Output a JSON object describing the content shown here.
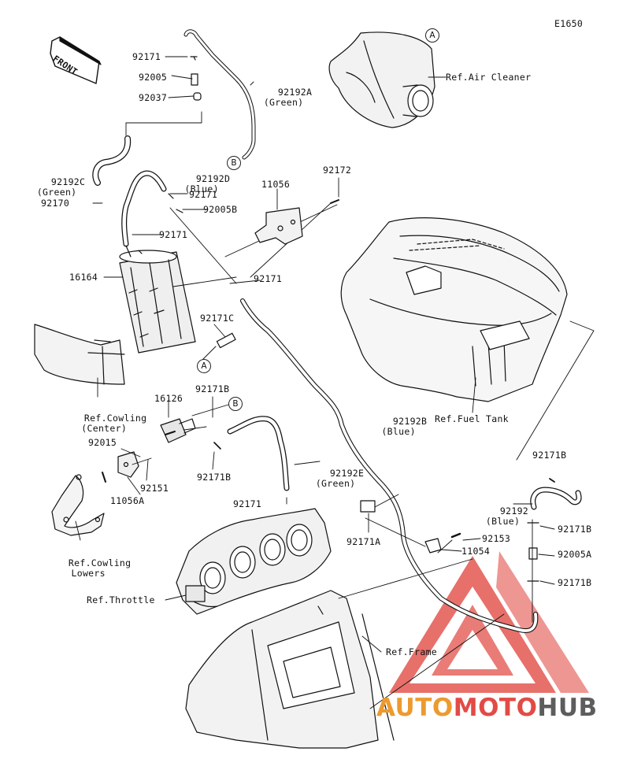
{
  "diagram_code": "E1650",
  "front_arrow_text": "FRONT",
  "refs": {
    "air_cleaner": "Ref.Air Cleaner",
    "cowling_center": [
      "Ref.Cowling",
      "(Center)"
    ],
    "fuel_tank": "Ref.Fuel Tank",
    "cowling_lowers": [
      "Ref.Cowling",
      "Lowers"
    ],
    "throttle": "Ref.Throttle",
    "frame": "Ref.Frame"
  },
  "parts": {
    "p92171_top": "92171",
    "p92005": "92005",
    "p92037": "92037",
    "p92192A": [
      "92192A",
      "(Green)"
    ],
    "p92192C": [
      "92192C",
      "(Green)"
    ],
    "p92192D": [
      "92192D",
      "(Blue)"
    ],
    "p92171_d": "92171",
    "p92005B": "92005B",
    "p92170": "92170",
    "p92171_canister": "92171",
    "p11056": "11056",
    "p92172": "92172",
    "p16164": "16164",
    "p92171_mid": "92171",
    "p92171C": "92171C",
    "p16126": "16126",
    "p92171B_1": "92171B",
    "p92015": "92015",
    "p92151": "92151",
    "p11056A": "11056A",
    "p92171B_2": "92171B",
    "p92192E": [
      "92192E",
      "(Green)"
    ],
    "p92192B": [
      "92192B",
      "(Blue)"
    ],
    "p92171_throttle": "92171",
    "p92171A": "92171A",
    "p92153": "92153",
    "p11054": "11054",
    "p92171B_3": "92171B",
    "p92192": [
      "92192",
      "(Blue)"
    ],
    "p92171B_4": "92171B",
    "p92005A": "92005A",
    "p92171B_5": "92171B"
  },
  "connection_markers": {
    "a": "A",
    "b": "B"
  },
  "watermark": {
    "part1": "AUTO",
    "part2": "MOTO",
    "part3": "HUB"
  }
}
